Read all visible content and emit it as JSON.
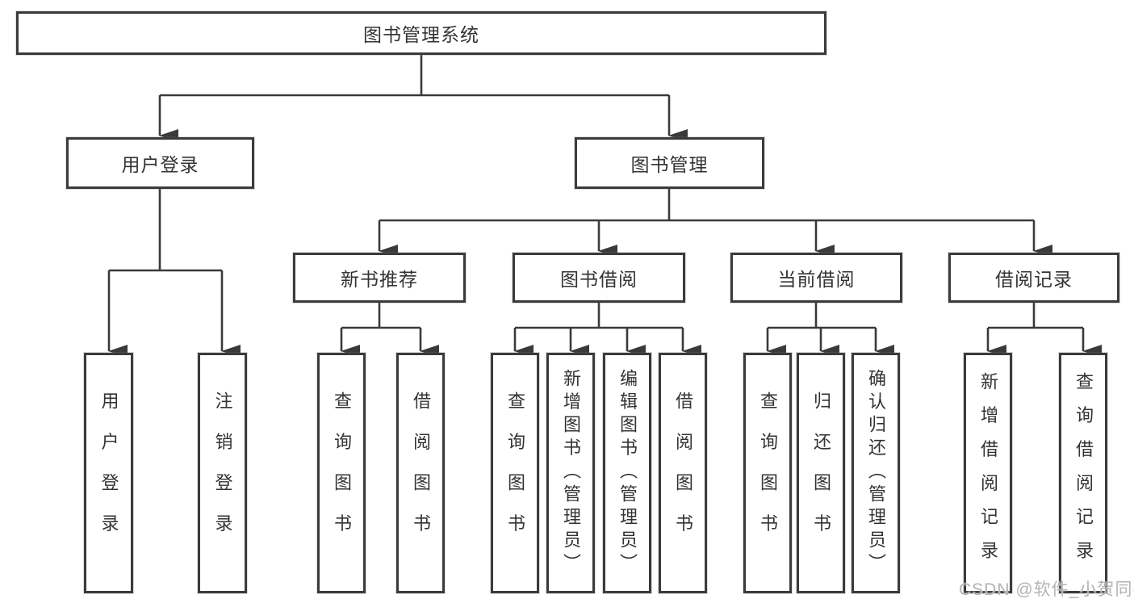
{
  "diagram": {
    "title": "图书管理系统",
    "root": {
      "label": "图书管理系统"
    },
    "branches": [
      {
        "label": "用户登录"
      },
      {
        "label": "图书管理"
      }
    ],
    "modules": [
      {
        "label": "新书推荐"
      },
      {
        "label": "图书借阅"
      },
      {
        "label": "当前借阅"
      },
      {
        "label": "借阅记录"
      }
    ],
    "leaves": [
      {
        "label": "用户登录"
      },
      {
        "label": "注销登录"
      },
      {
        "label": "查询图书"
      },
      {
        "label": "借阅图书"
      },
      {
        "label": "查询图书"
      },
      {
        "label": "新增图书（管理员）"
      },
      {
        "label": "编辑图书（管理员）"
      },
      {
        "label": "借阅图书"
      },
      {
        "label": "查询图书"
      },
      {
        "label": "归还图书"
      },
      {
        "label": "确认归还（管理员）"
      },
      {
        "label": "新增借阅记录"
      },
      {
        "label": "查询借阅记录"
      }
    ]
  },
  "watermark": "CSDN @软件_小贺同学",
  "colors": {
    "line": "#3a3a3a",
    "text": "#333333",
    "watermark": "#b3b3b3",
    "background": "#ffffff"
  }
}
